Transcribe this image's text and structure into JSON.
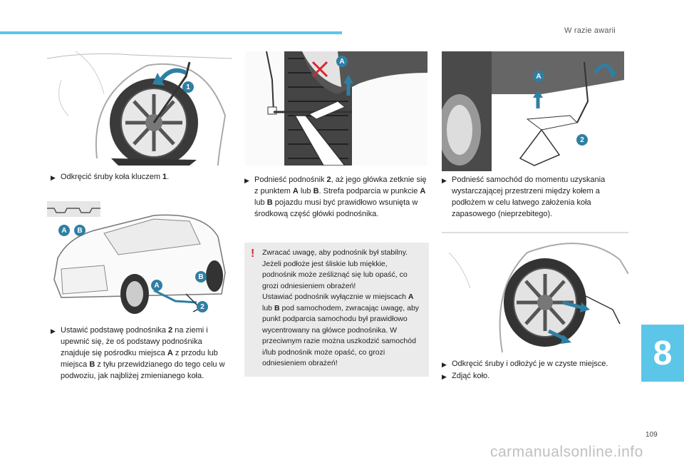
{
  "header": {
    "section_title": "W razie awarii"
  },
  "chapter_number": "8",
  "page_number": "109",
  "watermark": "carmanualsonline.info",
  "colors": {
    "accent": "#5bc6e8",
    "warning": "#d8262f",
    "callout_bg": "#ebebeb"
  },
  "figures": {
    "wheel_wrench": {
      "callout": "1"
    },
    "jack_under_car": {
      "callout_a": "A"
    },
    "jack_raised": {
      "callout_a": "A",
      "callout_2": "2"
    },
    "car_overview": {
      "callout_a": "A",
      "callout_b": "B",
      "callout_2": "2",
      "legend_a": "A",
      "legend_b": "B"
    }
  },
  "steps": {
    "s1": {
      "pre": "Odkręcić śruby koła kluczem ",
      "b1": "1",
      "post": "."
    },
    "s2": {
      "pre": "Ustawić podstawę podnośnika ",
      "b1": "2",
      "mid1": " na ziemi i upewnić się, że oś podstawy podnośnika znajduje się pośrodku miejsca ",
      "b2": "A",
      "mid2": " z przodu lub miejsca ",
      "b3": "B",
      "post": " z tyłu przewidzianego do tego celu w podwoziu, jak najbliżej zmienianego koła."
    },
    "s3": {
      "pre": "Podnieść podnośnik ",
      "b1": "2",
      "mid1": ", aż jego główka zetknie się z punktem ",
      "b2": "A",
      "mid2": " lub ",
      "b3": "B",
      "mid3": ". Strefa podparcia w punkcie ",
      "b4": "A",
      "mid4": " lub ",
      "b5": "B",
      "post": " pojazdu musi być prawidłowo wsunięta w środkową część główki podnośnika."
    },
    "s4": {
      "text": "Podnieść samochód do momentu uzyskania wystarczającej przestrzeni między kołem a podłożem w celu łatwego założenia koła zapasowego (nieprzebitego)."
    },
    "s5": {
      "text": "Odkręcić śruby i odłożyć je w czyste miejsce."
    },
    "s6": {
      "text": "Zdjąć koło."
    }
  },
  "warning": {
    "p1": "Zwracać uwagę, aby podnośnik był stabilny. Jeżeli podłoże jest śliskie lub miękkie, podnośnik może ześliznąć się lub opaść, co grozi odniesieniem obrażeń!",
    "p2_pre": "Ustawiać podnośnik wyłącznie w miejscach ",
    "p2_b1": "A",
    "p2_mid": " lub ",
    "p2_b2": "B",
    "p2_post": " pod samochodem, zwracając uwagę, aby punkt podparcia samochodu był prawidłowo wycentrowany na główce podnośnika. W przeciwnym razie można uszkodzić samochód i/lub podnośnik może opaść, co grozi odniesieniem obrażeń!"
  }
}
